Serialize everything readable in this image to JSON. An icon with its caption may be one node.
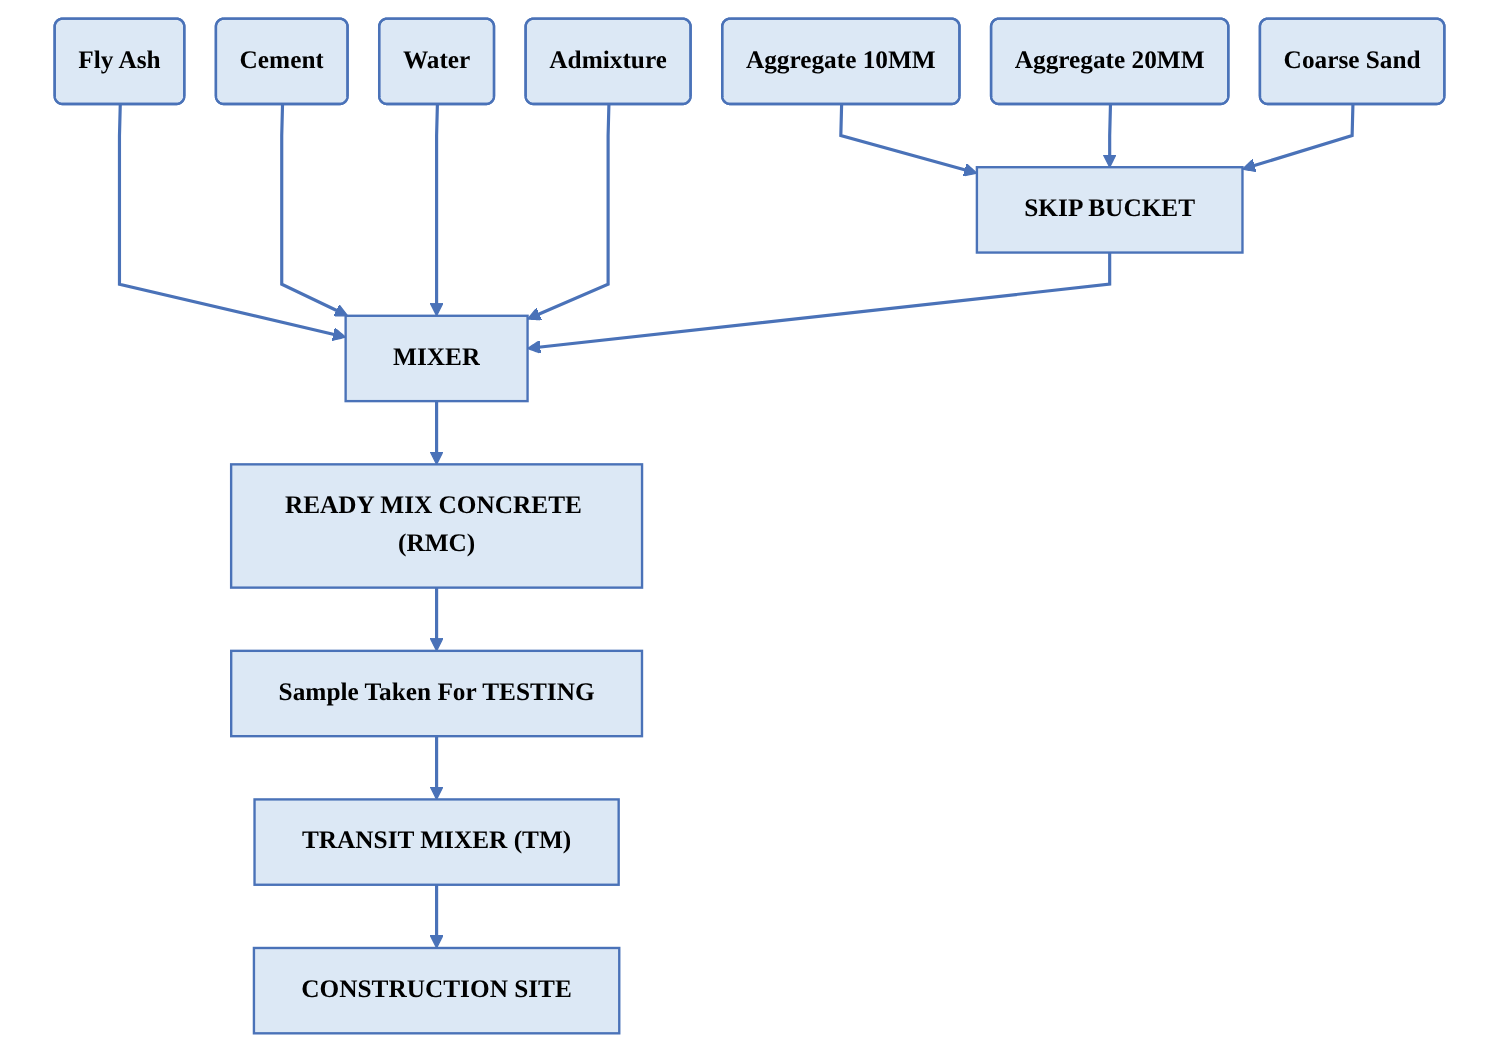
{
  "diagram": {
    "nodes": [
      {
        "text": [
          "Aggregate 10MM"
        ]
      },
      {
        "text": [
          "Aggregate 20MM"
        ]
      },
      {
        "text": [
          "Coarse Sand"
        ]
      },
      {
        "text": [
          "Fly Ash"
        ]
      },
      {
        "text": [
          "Cement"
        ]
      },
      {
        "text": [
          "Water"
        ]
      },
      {
        "text": [
          "Admixture"
        ]
      },
      {
        "text": [
          "SKIP BUCKET"
        ]
      },
      {
        "text": [
          "MIXER"
        ]
      },
      {
        "text": [
          "READY MIX CONCRETE (RMC)"
        ]
      },
      {
        "text": [
          "Sample Taken For TESTING"
        ]
      },
      {
        "text": [
          "TRANSIT MIXER (TM)"
        ]
      },
      {
        "text": [
          "CONSTRUCTION SITE"
        ]
      }
    ],
    "edges": [
      {
        "from": 0,
        "to": 7,
        "arrow": "to"
      },
      {
        "from": 1,
        "to": 7,
        "arrow": "to"
      },
      {
        "from": 2,
        "to": 7,
        "arrow": "to"
      },
      {
        "from": 3,
        "to": 8,
        "arrow": "to"
      },
      {
        "from": 4,
        "to": 8,
        "arrow": "to"
      },
      {
        "from": 5,
        "to": 8,
        "arrow": "to"
      },
      {
        "from": 6,
        "to": 8,
        "arrow": "to"
      },
      {
        "from": 7,
        "to": 8,
        "arrow": "to"
      },
      {
        "from": 8,
        "to": 9,
        "arrow": "to"
      },
      {
        "from": 9,
        "to": 10,
        "arrow": "to"
      },
      {
        "from": 10,
        "to": 11,
        "arrow": "to"
      },
      {
        "from": 11,
        "to": 12,
        "arrow": "to"
      }
    ]
  }
}
